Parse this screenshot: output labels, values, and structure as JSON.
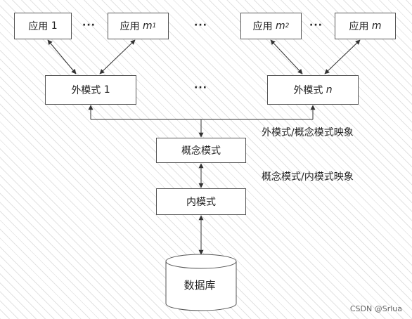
{
  "apps": [
    {
      "name": "应用",
      "var": "1",
      "sub": ""
    },
    {
      "name": "应用",
      "var": "m",
      "sub": "1"
    },
    {
      "name": "应用",
      "var": "m",
      "sub": "2"
    },
    {
      "name": "应用",
      "var": "m",
      "sub": ""
    }
  ],
  "external_schemas": [
    {
      "name": "外模式",
      "var": "1"
    },
    {
      "name": "外模式",
      "var": "n"
    }
  ],
  "ellipsis": "···",
  "conceptual_schema": "概念模式",
  "internal_schema": "内模式",
  "database": "数据库",
  "mappings": {
    "external_conceptual": "外模式/概念模式映象",
    "conceptual_internal": "概念模式/内模式映象"
  },
  "watermark": "CSDN @Srlua"
}
